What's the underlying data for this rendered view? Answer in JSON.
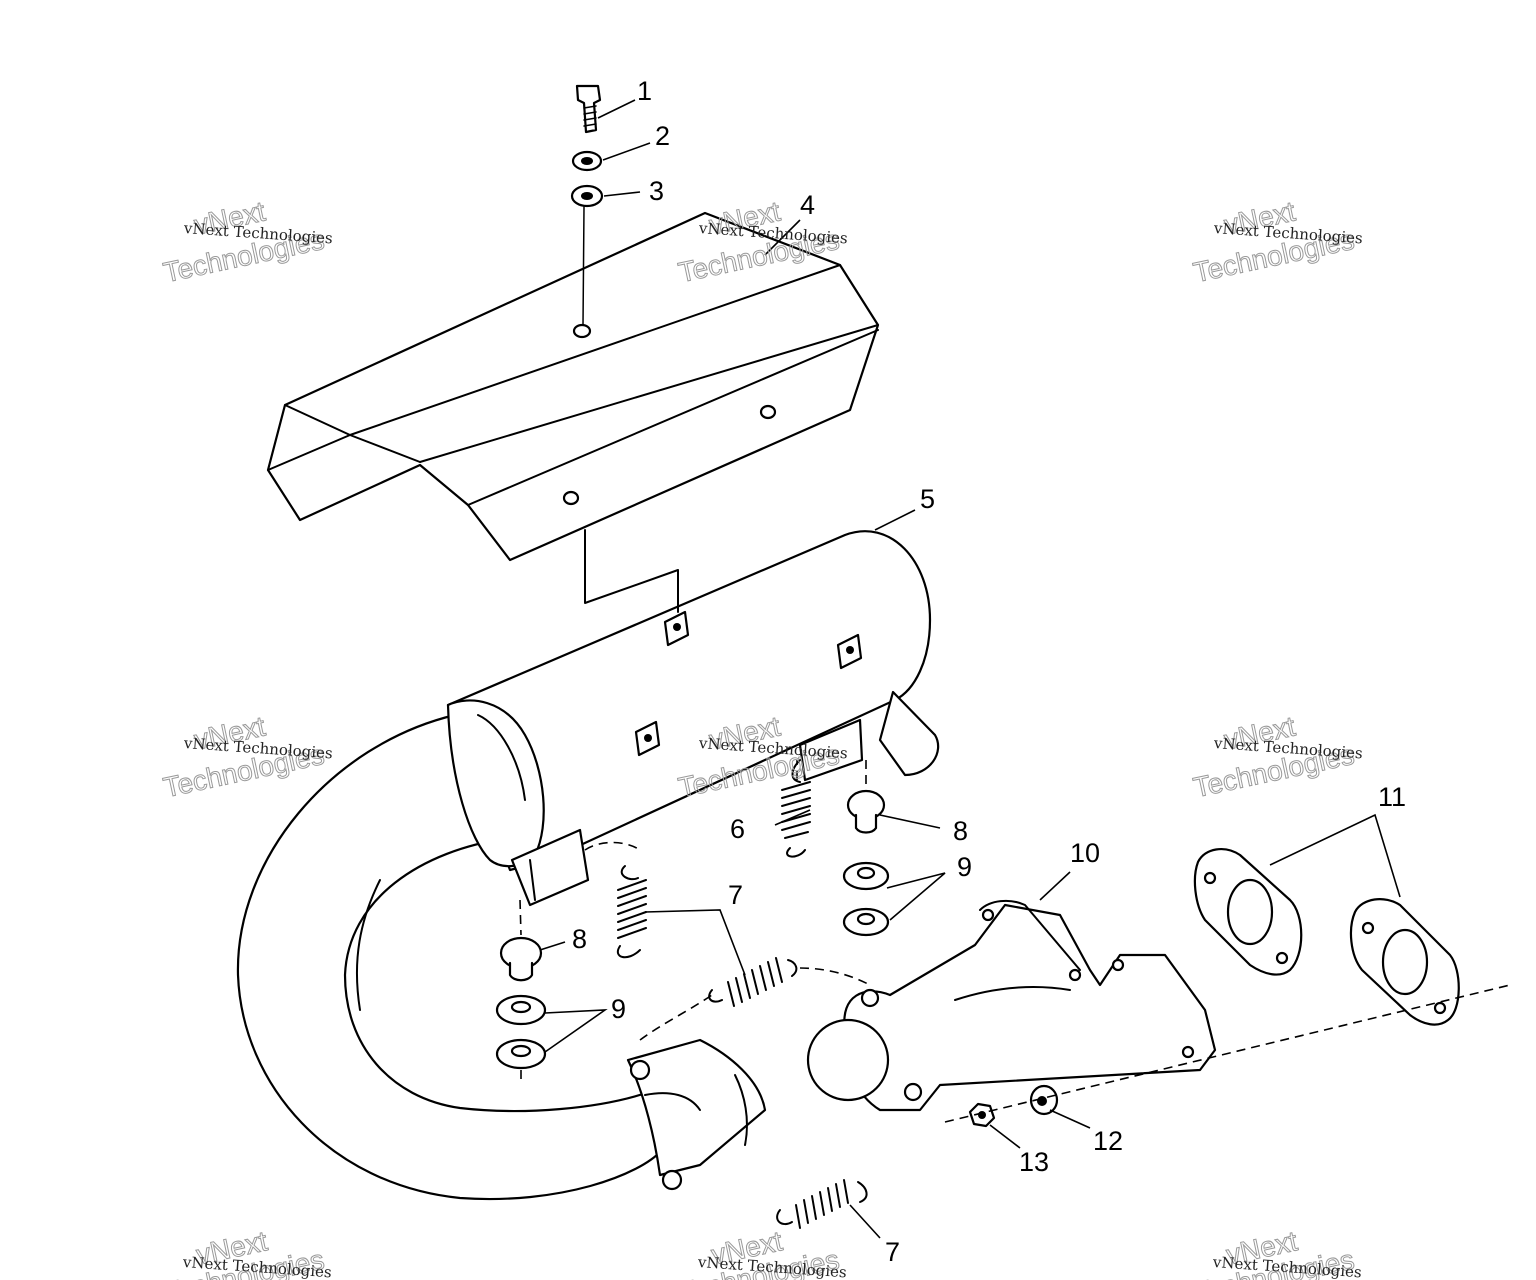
{
  "diagram": {
    "callouts": [
      {
        "id": "c1",
        "label": "1"
      },
      {
        "id": "c2",
        "label": "2"
      },
      {
        "id": "c3",
        "label": "3"
      },
      {
        "id": "c4",
        "label": "4"
      },
      {
        "id": "c5",
        "label": "5"
      },
      {
        "id": "c6",
        "label": "6"
      },
      {
        "id": "c7a",
        "label": "7"
      },
      {
        "id": "c7b",
        "label": "7"
      },
      {
        "id": "c8a",
        "label": "8"
      },
      {
        "id": "c8b",
        "label": "8"
      },
      {
        "id": "c9a",
        "label": "9"
      },
      {
        "id": "c9b",
        "label": "9"
      },
      {
        "id": "c10",
        "label": "10"
      },
      {
        "id": "c11",
        "label": "11"
      },
      {
        "id": "c12",
        "label": "12"
      },
      {
        "id": "c13",
        "label": "13"
      }
    ]
  },
  "watermark": {
    "company": "vNext Technologies",
    "line1": "vNext",
    "line2": "Technologies"
  }
}
